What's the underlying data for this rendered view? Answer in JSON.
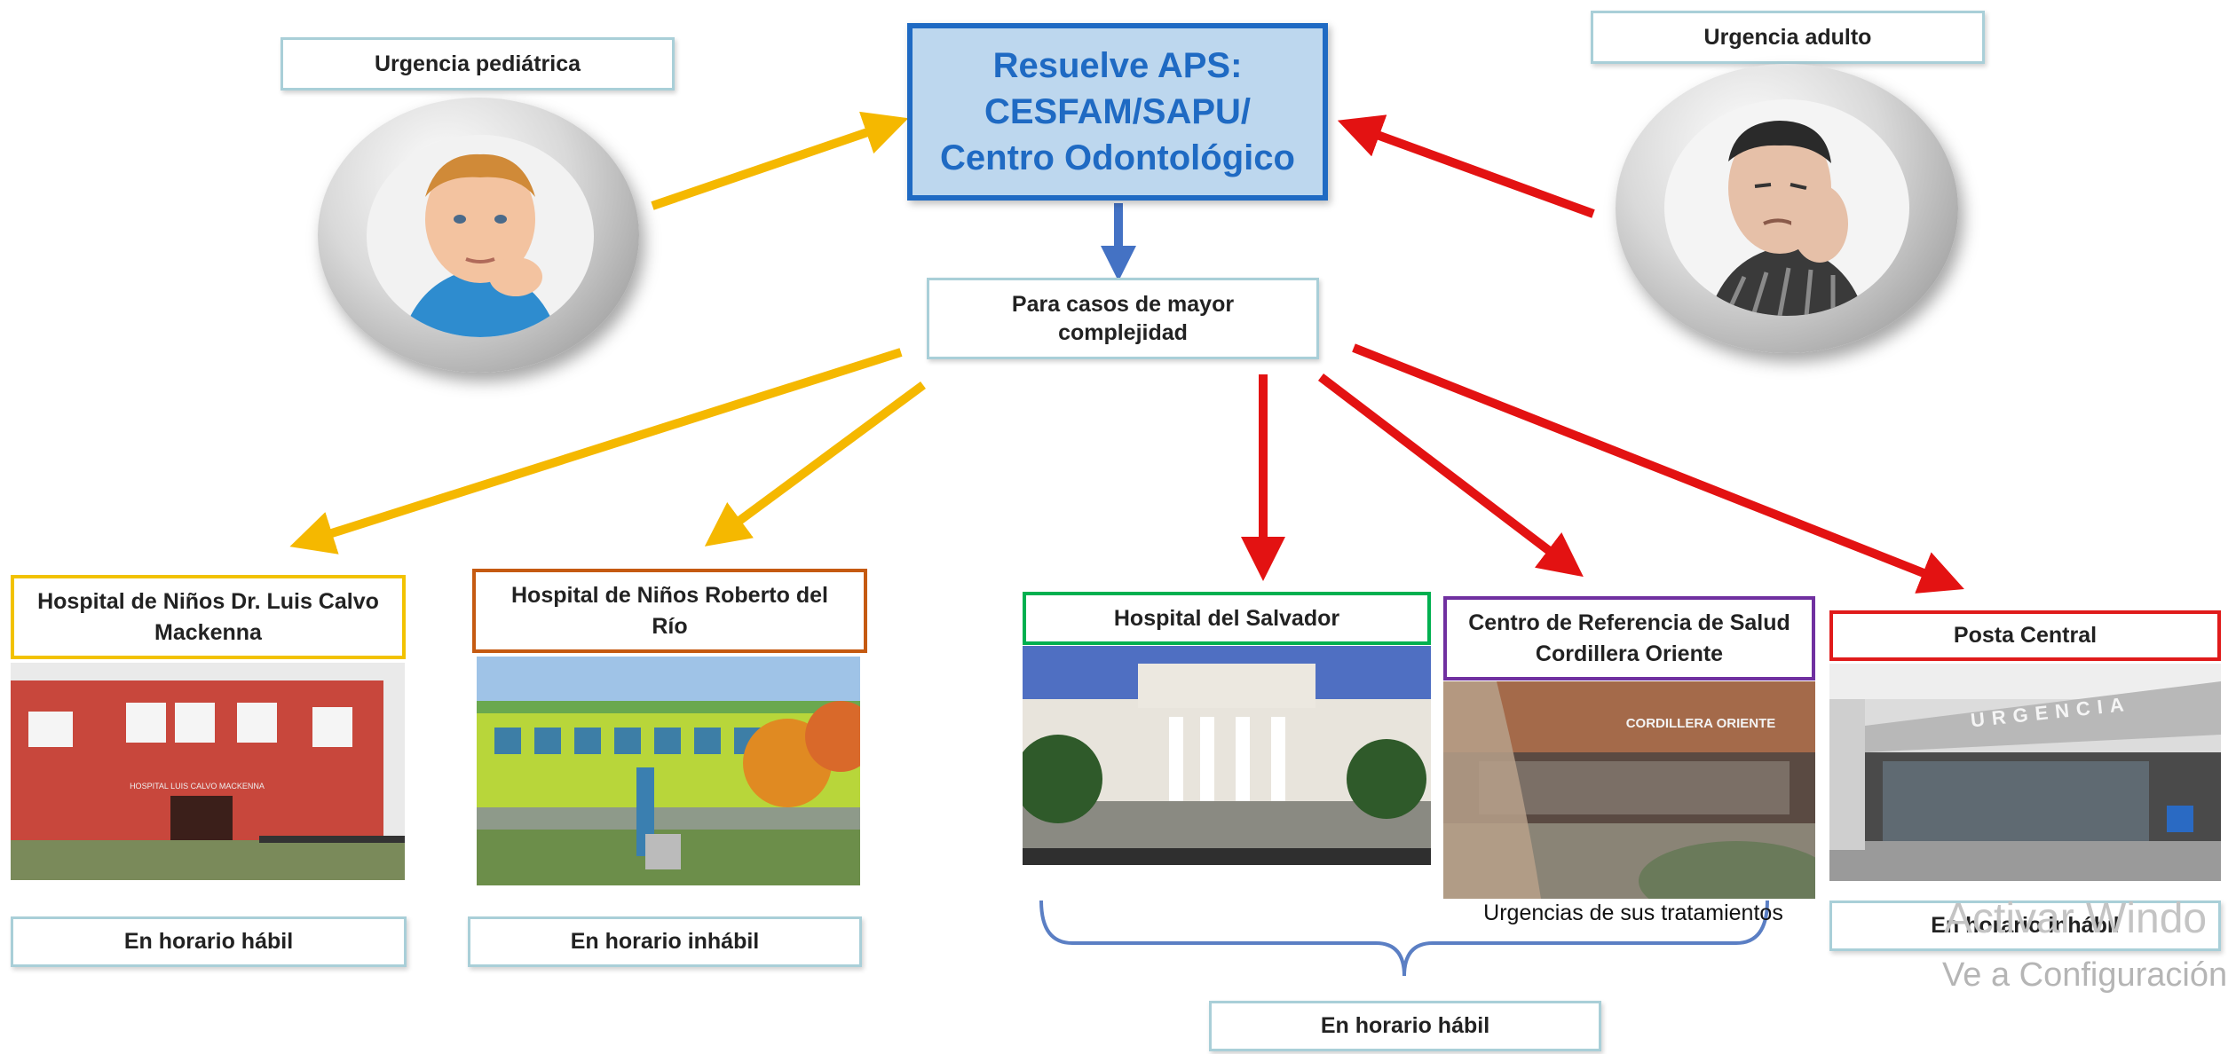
{
  "main_box": {
    "text": "Resuelve APS:\nCESFAM/SAPU/\nCentro Odontológico"
  },
  "patients": {
    "child": {
      "label": "Urgencia pediátrica"
    },
    "adult": {
      "label": "Urgencia adulto"
    }
  },
  "complexity_box": {
    "text": "Para casos de mayor complejidad"
  },
  "hospitals": [
    {
      "name": "Hospital de Niños Dr. Luis Calvo Mackenna",
      "schedule": "En horario hábil",
      "border_color": "#f2c200"
    },
    {
      "name": "Hospital de Niños Roberto del Río",
      "schedule": "En horario inhábil",
      "border_color": "#c55a11"
    },
    {
      "name": "Hospital del Salvador",
      "border_color": "#00b050"
    },
    {
      "name": "Centro de Referencia de Salud Cordillera Oriente",
      "note": "Urgencias de sus tratamientos",
      "border_color": "#7030a0"
    },
    {
      "name": "Posta Central",
      "schedule": "En horario inhábil",
      "border_color": "#e01b1b"
    }
  ],
  "shared_schedule": {
    "label": "En horario hábil"
  },
  "photo_signs": {
    "calvo": "HOSPITAL LUIS CALVO MACKENNA",
    "cordillera": "CORDILLERA ORIENTE",
    "posta": "URGENCIA"
  },
  "watermark": {
    "line1": "Activar Windo",
    "line2": "Ve a Configuración"
  },
  "colors": {
    "pediatric_arrow": "#f5b800",
    "adult_arrow": "#e31212",
    "down_arrow": "#4472c4",
    "brace": "#5b7fc4",
    "accent": "#1f6ac3"
  }
}
